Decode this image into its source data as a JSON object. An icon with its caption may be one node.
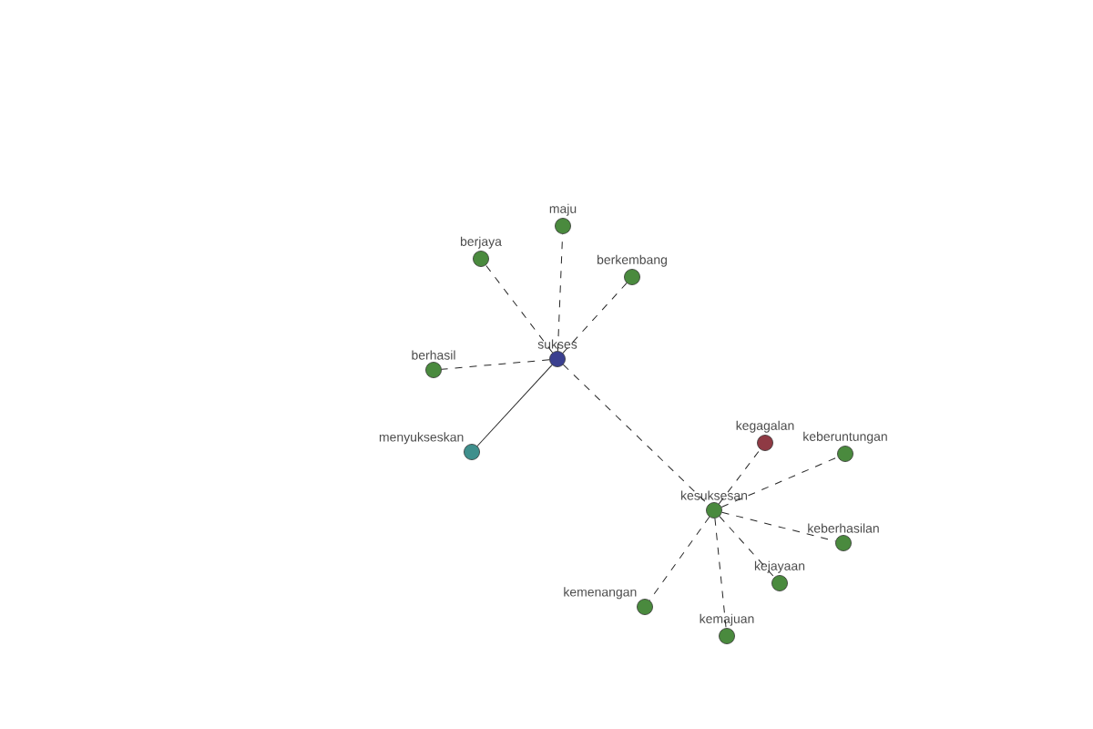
{
  "diagram": {
    "nodes": [
      {
        "text": [
          "sukses"
        ]
      },
      {
        "text": [
          "maju"
        ]
      },
      {
        "text": [
          "berjaya"
        ]
      },
      {
        "text": [
          "berkembang"
        ]
      },
      {
        "text": [
          "berhasil"
        ]
      },
      {
        "text": [
          "menyukseskan"
        ]
      },
      {
        "text": [
          "kesuksesan"
        ]
      },
      {
        "text": [
          "kegagalan"
        ]
      },
      {
        "text": [
          "keberuntungan"
        ]
      },
      {
        "text": [
          "keberhasilan"
        ]
      },
      {
        "text": [
          "kejayaan"
        ]
      },
      {
        "text": [
          "kemenangan"
        ]
      },
      {
        "text": [
          "kemajuan"
        ]
      }
    ],
    "edges": [
      {
        "from": 0,
        "to": 1,
        "arrow": "none",
        "style": "dashed"
      },
      {
        "from": 0,
        "to": 2,
        "arrow": "none",
        "style": "dashed"
      },
      {
        "from": 0,
        "to": 3,
        "arrow": "none",
        "style": "dashed"
      },
      {
        "from": 0,
        "to": 4,
        "arrow": "none",
        "style": "dashed"
      },
      {
        "from": 0,
        "to": 5,
        "arrow": "none"
      },
      {
        "from": 0,
        "to": 6,
        "arrow": "none",
        "style": "dashed"
      },
      {
        "from": 6,
        "to": 7,
        "arrow": "none",
        "style": "dashed"
      },
      {
        "from": 6,
        "to": 8,
        "arrow": "none",
        "style": "dashed"
      },
      {
        "from": 6,
        "to": 9,
        "arrow": "none",
        "style": "dashed"
      },
      {
        "from": 6,
        "to": 10,
        "arrow": "none",
        "style": "dashed"
      },
      {
        "from": 6,
        "to": 11,
        "arrow": "none",
        "style": "dashed"
      },
      {
        "from": 6,
        "to": 12,
        "arrow": "none",
        "style": "dashed"
      }
    ]
  }
}
